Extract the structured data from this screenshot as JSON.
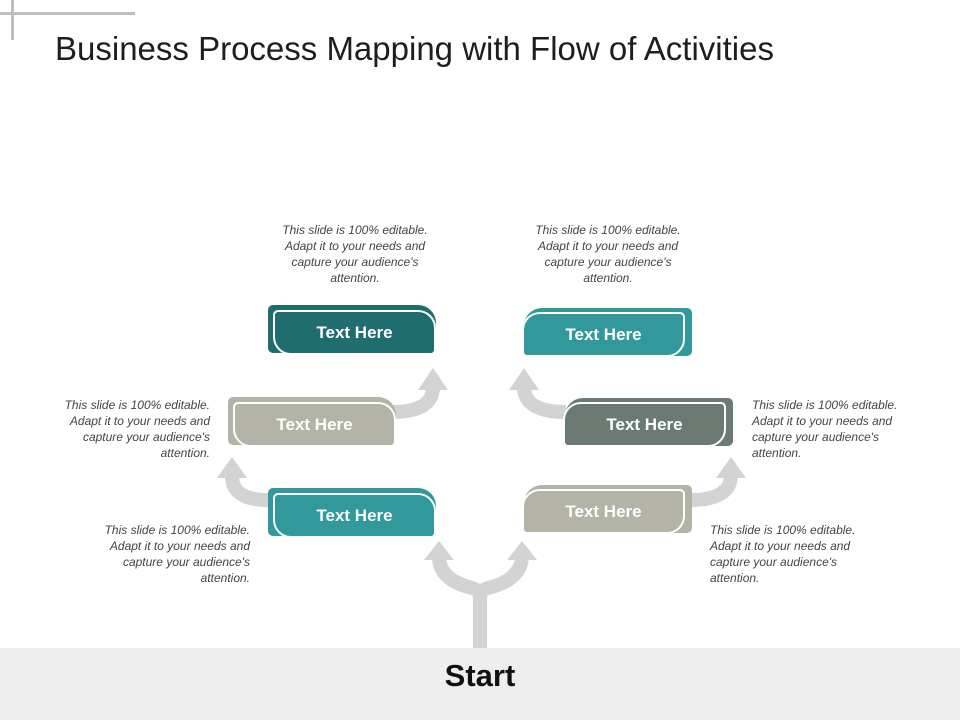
{
  "title": "Business Process Mapping with Flow of Activities",
  "start_label": "Start",
  "colors": {
    "dark_teal": "#206d70",
    "teal": "#31989c",
    "gray_dark": "#6b7b74",
    "gray_light": "#b3b3a8",
    "arrow": "#d3d3d3"
  },
  "steps": [
    {
      "label": "Text Here",
      "description": "This slide is 100% editable. Adapt it to your needs and capture your audience's attention."
    },
    {
      "label": "Text Here",
      "description": "This slide is 100% editable. Adapt it to your needs and capture your audience's attention."
    },
    {
      "label": "Text Here",
      "description": "This slide is 100% editable. Adapt it to your needs and capture your audience's attention."
    },
    {
      "label": "Text Here",
      "description": "This slide is 100% editable. Adapt it to your needs and capture your audience's attention."
    },
    {
      "label": "Text Here",
      "description": "This slide is 100% editable. Adapt it to your needs and capture your audience's attention."
    },
    {
      "label": "Text Here",
      "description": "This slide is 100% editable. Adapt it to your needs and capture your audience's attention."
    }
  ]
}
